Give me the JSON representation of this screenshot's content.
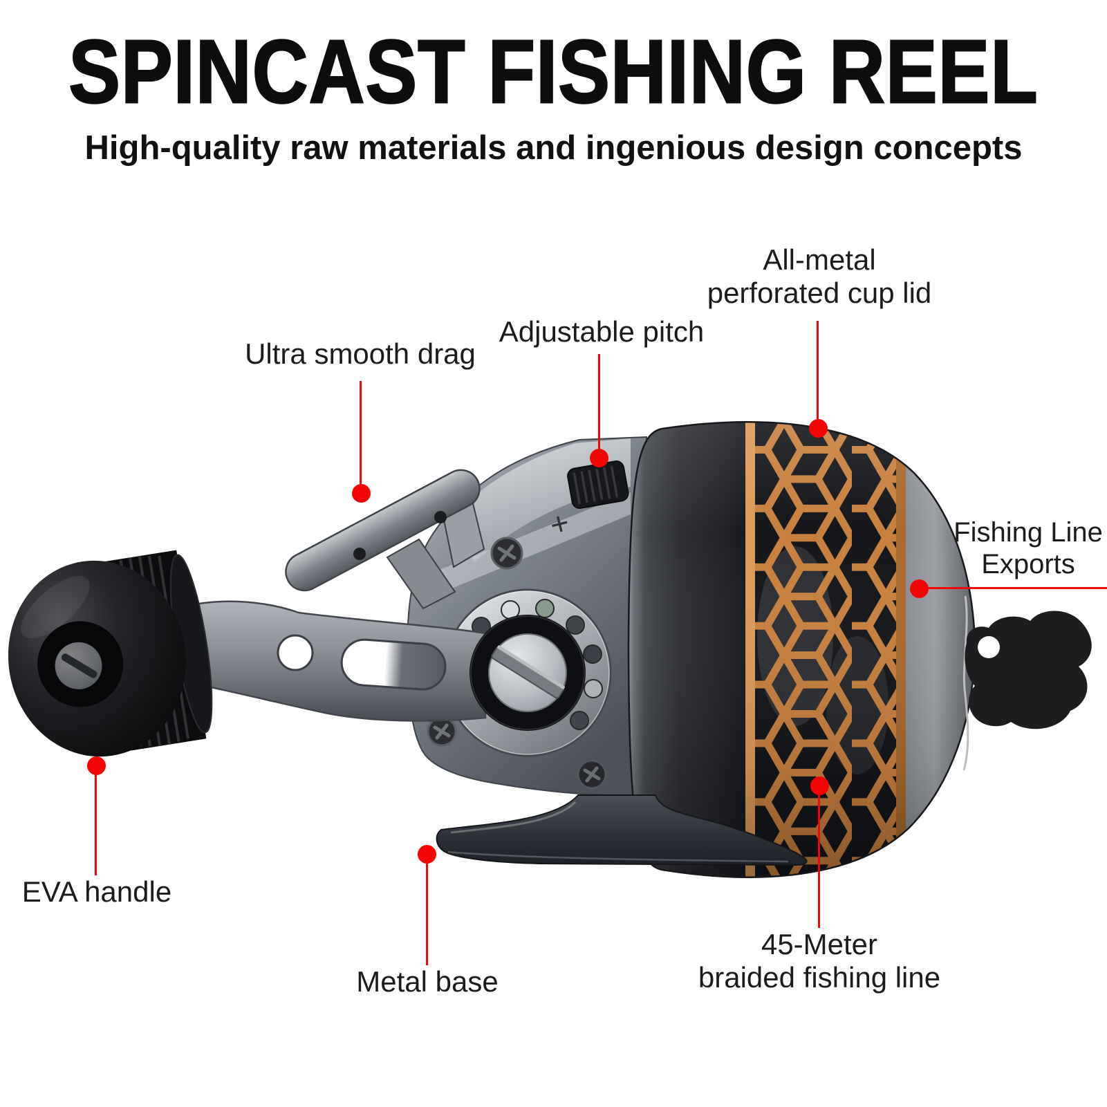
{
  "header": {
    "title": "SPINCAST FISHING REEL",
    "subtitle": "High-quality raw materials and ingenious design concepts"
  },
  "callouts": {
    "cup_lid": {
      "line1": "All-metal",
      "line2": "perforated cup lid"
    },
    "adjustable_pitch": {
      "label": "Adjustable pitch"
    },
    "ultra_smooth_drag": {
      "label": "Ultra smooth drag"
    },
    "fishing_line_exports": {
      "line1": "Fishing Line",
      "line2": "Exports"
    },
    "eva_handle": {
      "label": "EVA handle"
    },
    "metal_base": {
      "label": "Metal base"
    },
    "braided_line": {
      "line1": "45-Meter",
      "line2": "braided fishing line"
    }
  },
  "colors": {
    "accent_red": "#f40505",
    "copper_band": "#c8803f",
    "body_gray": "#7d838c",
    "text_black": "#1c1c1c"
  }
}
